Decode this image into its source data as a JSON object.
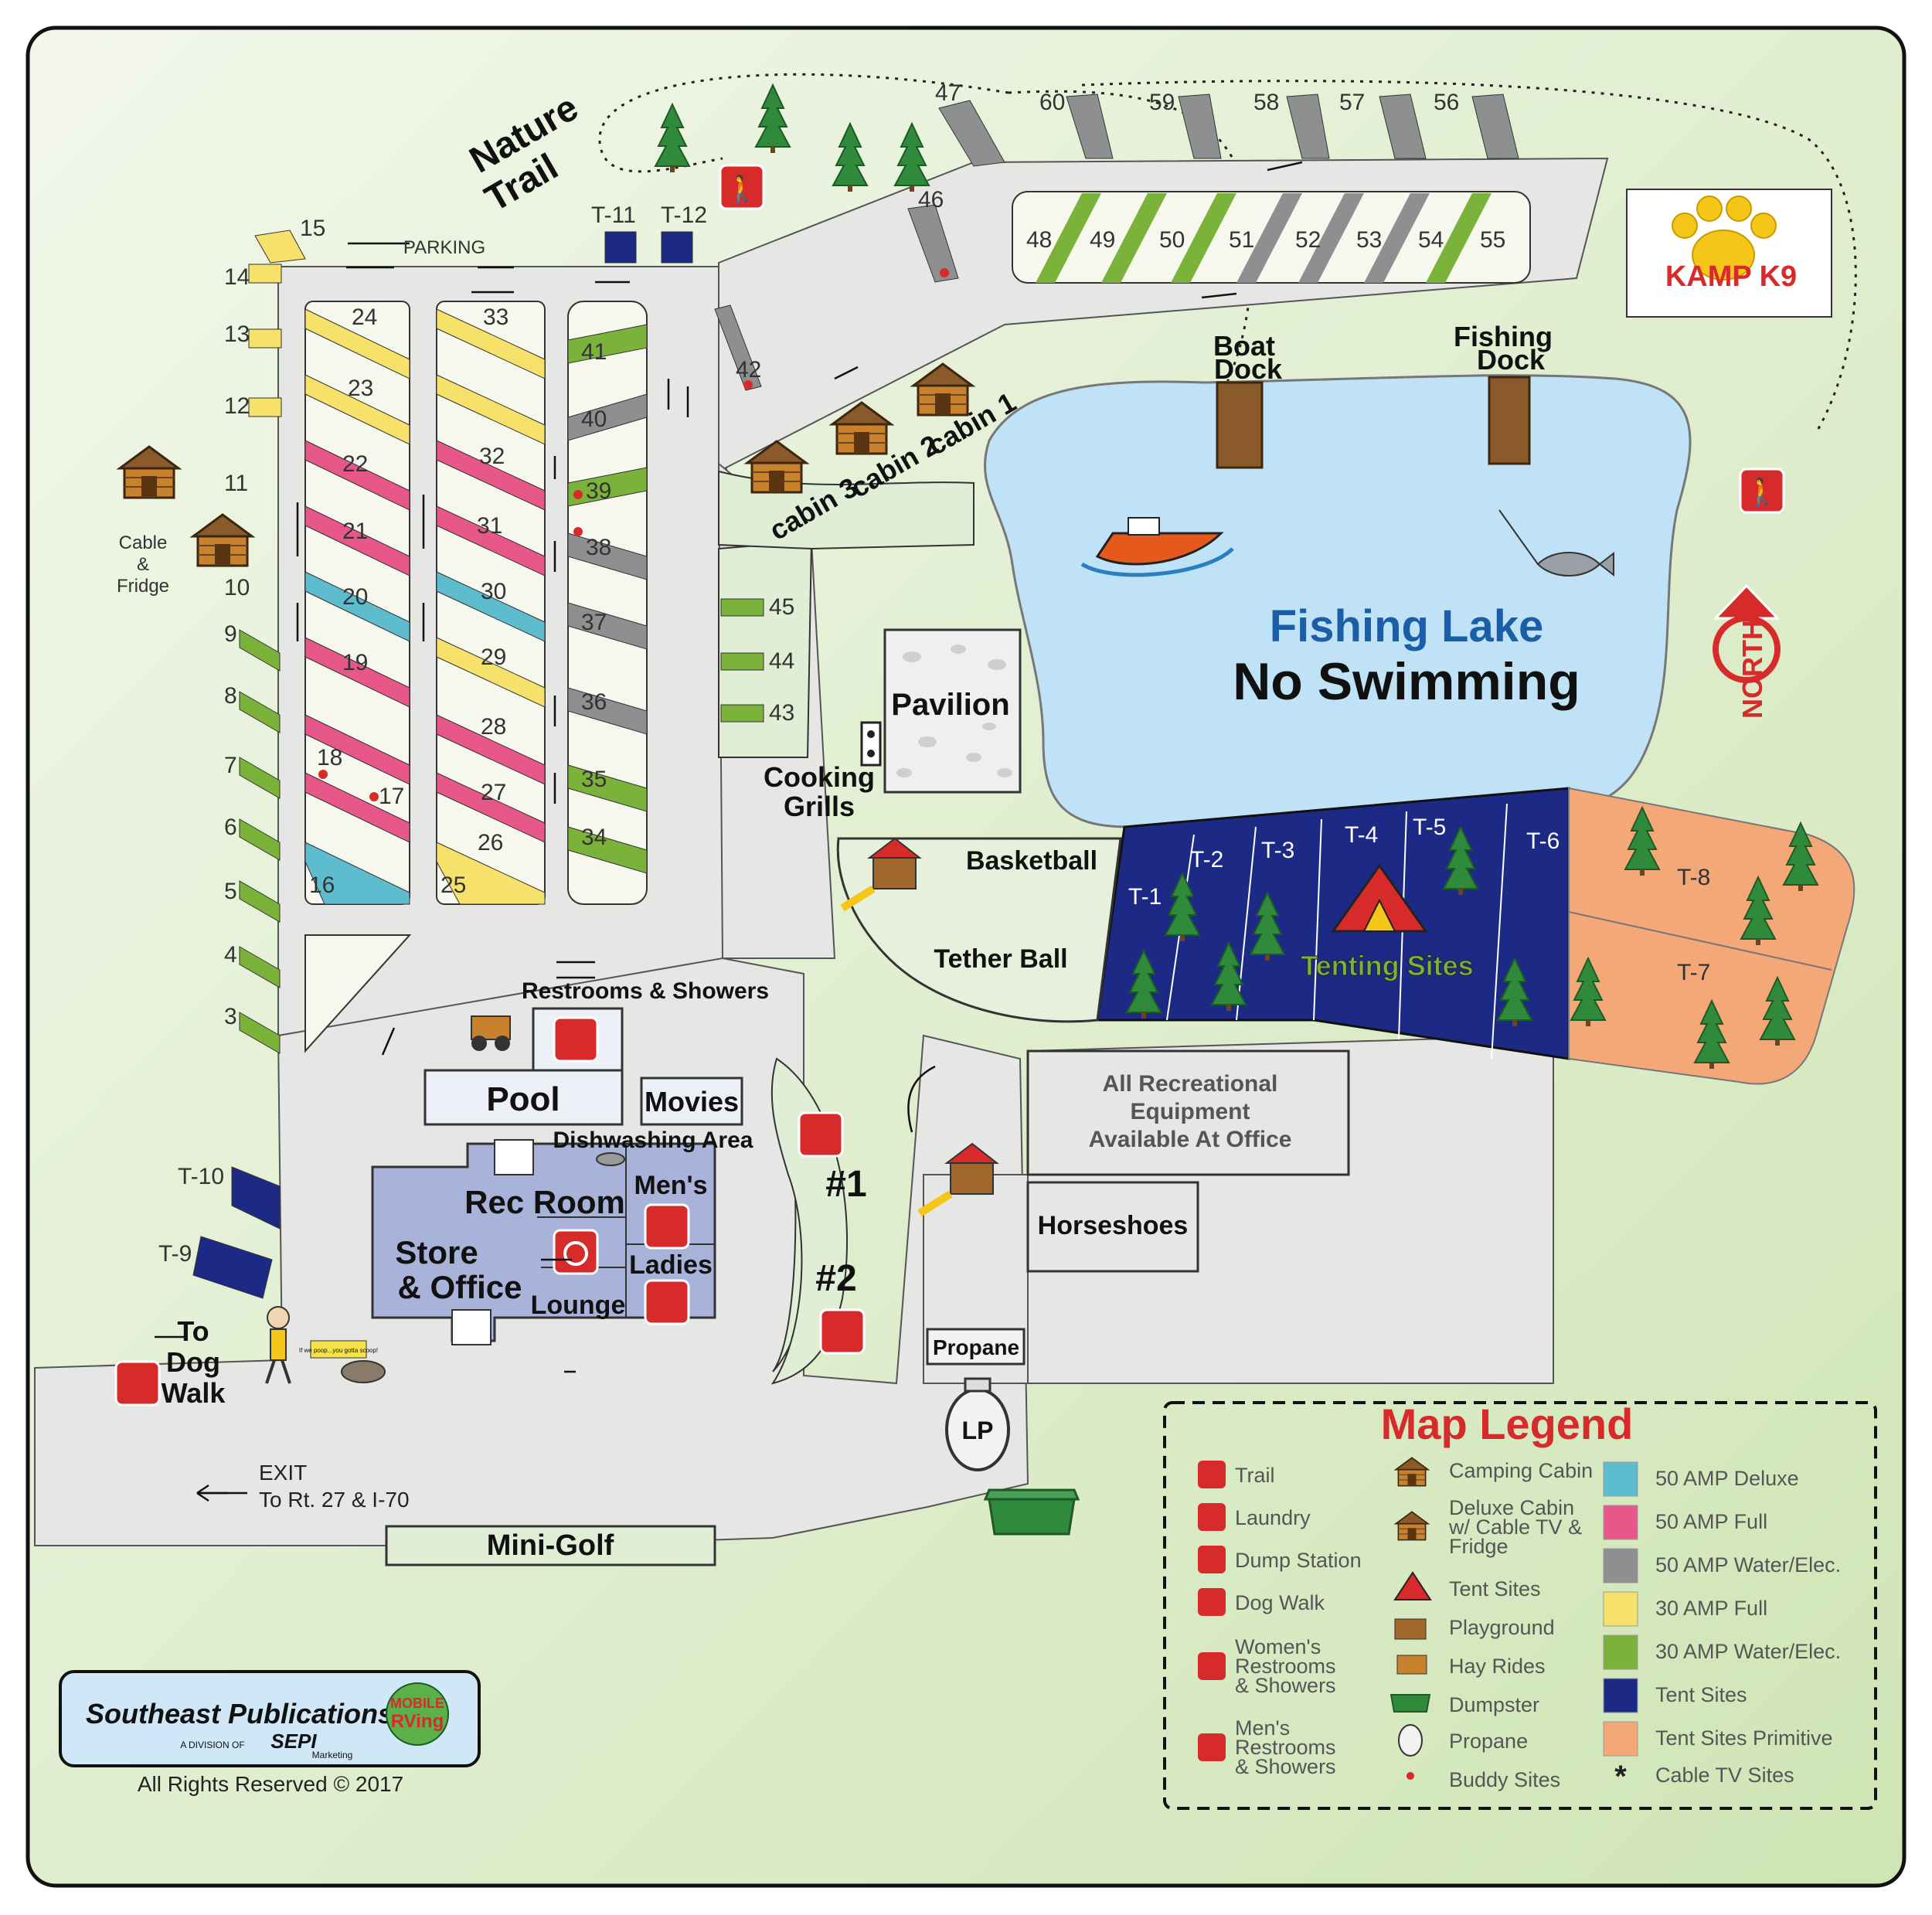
{
  "trail": {
    "title_line1": "Nature",
    "title_line2": "Trail"
  },
  "parking": "PARKING",
  "roadside_sites": [
    "15",
    "14",
    "13",
    "12",
    "11",
    "10",
    "9",
    "8",
    "7",
    "6",
    "5",
    "4",
    "3"
  ],
  "cable_fridge": {
    "l1": "Cable",
    "l2": "&",
    "l3": "Fridge"
  },
  "row1": [
    "24",
    "23",
    "22",
    "21",
    "20",
    "19",
    "18",
    "17",
    "16"
  ],
  "row2": [
    "33",
    "32",
    "31",
    "30",
    "29",
    "28",
    "27",
    "26",
    "25"
  ],
  "row3": [
    "41",
    "40",
    "39",
    "38",
    "37",
    "36",
    "35",
    "34"
  ],
  "top_spurs": [
    "47",
    "46",
    "60",
    "59",
    "58",
    "57",
    "56"
  ],
  "loop_sites": [
    "48",
    "49",
    "50",
    "51",
    "52",
    "53",
    "54",
    "55"
  ],
  "side_sites": [
    "42",
    "45",
    "44",
    "43"
  ],
  "tent_top": [
    "T-11",
    "T-12"
  ],
  "tent_left": [
    "T-10",
    "T-9"
  ],
  "tent_blue": [
    "T-1",
    "T-2",
    "T-3",
    "T-4",
    "T-5",
    "T-6"
  ],
  "tent_orange": [
    "T-8",
    "T-7"
  ],
  "cabins": [
    "cabin 3",
    "cabin 2",
    "cabin 1"
  ],
  "kamp_k9": "KAMP K9",
  "docks": {
    "boat_l1": "Boat",
    "boat_l2": "Dock",
    "fish_l1": "Fishing",
    "fish_l2": "Dock"
  },
  "lake": {
    "title": "Fishing Lake",
    "subtitle": "No Swimming"
  },
  "north": "NORTH",
  "pavilion": "Pavilion",
  "grills": {
    "l1": "Cooking",
    "l2": "Grills"
  },
  "basketball": "Basketball",
  "tether": "Tether Ball",
  "tenting": "Tenting Sites",
  "rec_equipment": {
    "l1": "All Recreational",
    "l2": "Equipment",
    "l3": "Available At Office"
  },
  "horseshoes": "Horseshoes",
  "propane": "Propane",
  "lp": "LP",
  "restrooms": "Restrooms & Showers",
  "pool": "Pool",
  "movies": "Movies",
  "dishwashing": "Dishwashing Area",
  "rec_room": "Rec Room",
  "mens": "Men's",
  "ladies": "Ladies",
  "store": {
    "l1": "Store",
    "l2": "& Office"
  },
  "lounge": "Lounge",
  "dump": {
    "one": "#1",
    "two": "#2"
  },
  "dogwalk": {
    "l1": "To",
    "l2": "Dog",
    "l3": "Walk"
  },
  "dog_sign": "If we poop...you gotta scoop!",
  "exit": {
    "l1": "EXIT",
    "l2": "To Rt. 27 & I-70"
  },
  "minigolf": "Mini-Golf",
  "publisher": {
    "name": "Southeast Publications",
    "division": "A DIVISION OF",
    "sepi": "SEPI",
    "marketing": "Marketing",
    "mobile": "MOBILE",
    "rving": "RVing",
    "rights": "All Rights Reserved © 2017"
  },
  "legend": {
    "title": "Map Legend",
    "col1": [
      "Trail",
      "Laundry",
      "Dump Station",
      "Dog Walk"
    ],
    "womens": {
      "l1": "Women's",
      "l2": "Restrooms",
      "l3": "& Showers"
    },
    "mens": {
      "l1": "Men's",
      "l2": "Restrooms",
      "l3": "& Showers"
    },
    "col2": [
      "Camping Cabin"
    ],
    "deluxe": {
      "l1": "Deluxe Cabin",
      "l2": "w/ Cable TV &",
      "l3": "Fridge"
    },
    "col2b": [
      "Tent Sites",
      "Playground",
      "Hay Rides",
      "Dumpster",
      "Propane",
      "Buddy Sites"
    ],
    "col3": [
      "50 AMP Deluxe",
      "50 AMP Full",
      "50 AMP Water/Elec.",
      "30 AMP Full",
      "30 AMP Water/Elec.",
      "Tent Sites",
      "Tent Sites Primitive",
      "Cable TV Sites"
    ]
  },
  "colors": {
    "deluxe50": "#5dbcce",
    "full50": "#e8578a",
    "water50": "#8e8f91",
    "full30": "#f6e26b",
    "water30": "#7bb23a",
    "tent": "#1c2a86",
    "primitive": "#f4a877",
    "lake": "#bfe2f6",
    "grass": "#e1eed6",
    "road": "#e8e8e6",
    "red": "#d72b2b"
  }
}
